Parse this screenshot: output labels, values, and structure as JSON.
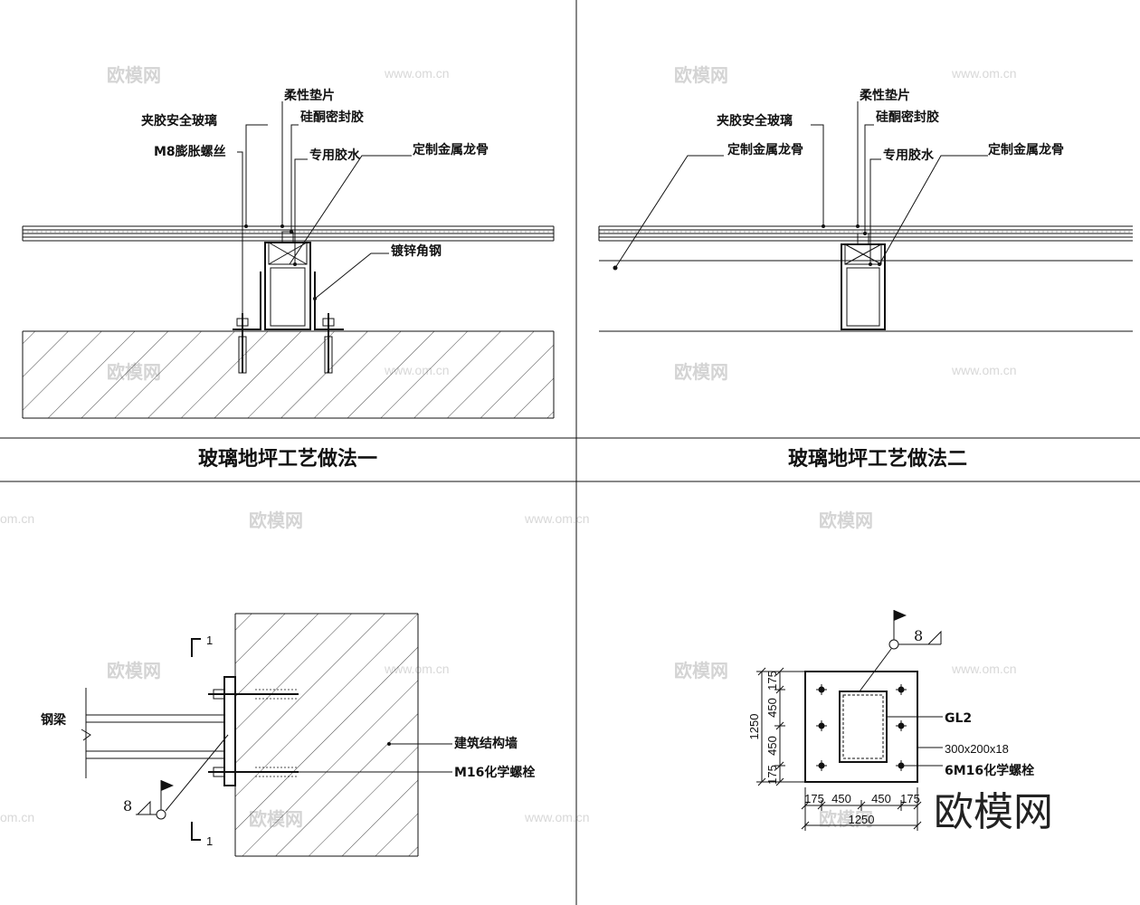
{
  "panel1": {
    "labels": {
      "flex_pad": "柔性垫片",
      "laminated_glass": "夹胶安全玻璃",
      "silicone": "硅酮密封胶",
      "bolt": "M8膨胀螺丝",
      "glue": "专用胶水",
      "keel": "定制金属龙骨",
      "angle": "镀锌角钢"
    },
    "title": "玻璃地坪工艺做法一"
  },
  "panel2": {
    "labels": {
      "flex_pad": "柔性垫片",
      "laminated_glass": "夹胶安全玻璃",
      "silicone": "硅酮密封胶",
      "keel_left": "定制金属龙骨",
      "glue": "专用胶水",
      "keel_right": "定制金属龙骨"
    },
    "title": "玻璃地坪工艺做法二"
  },
  "panel3": {
    "labels": {
      "beam": "钢梁",
      "wall": "建筑结构墙",
      "bolt": "M16化学螺栓"
    },
    "section_top": "1",
    "section_bottom": "1",
    "weld": "8"
  },
  "panel4": {
    "labels": {
      "gl": "GL2",
      "plate": "300x200x18",
      "bolts": "6M16化学螺栓"
    },
    "weld": "8",
    "dims": {
      "left_total": "1250",
      "left_a": "175",
      "left_b": "450",
      "left_c": "450",
      "left_d": "175",
      "bottom_a": "175",
      "bottom_b": "450",
      "bottom_c": "450",
      "bottom_d": "175",
      "bottom_total": "1250"
    }
  },
  "watermarks": {
    "cn": "欧模网",
    "url": "www.om.cn",
    "url_short": "om.cn"
  },
  "logo": "欧模网"
}
